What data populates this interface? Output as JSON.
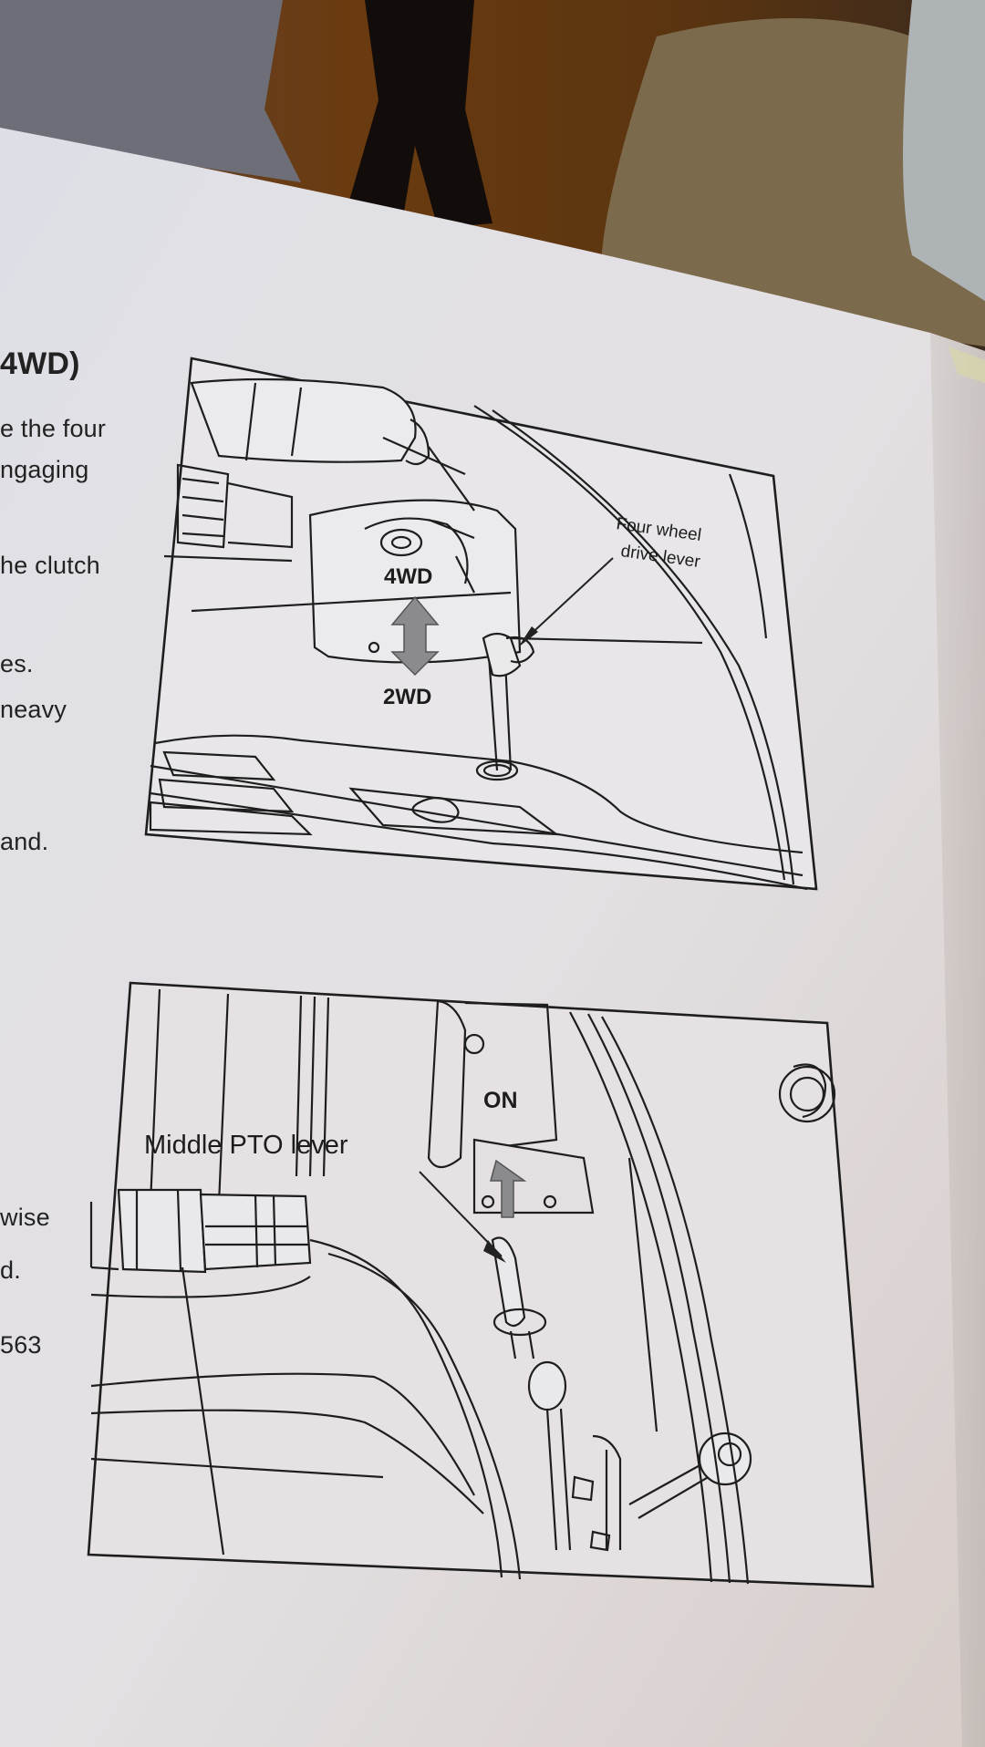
{
  "page": {
    "heading": "4WD)",
    "left_fragments": [
      "e the four",
      "ngaging",
      "he clutch",
      "es.",
      "neavy",
      "and.",
      "wise",
      "d.",
      "563"
    ]
  },
  "figure_4wd": {
    "label_4wd": "4WD",
    "label_2wd": "2WD",
    "callout_line1": "Four wheel",
    "callout_line2": "drive lever"
  },
  "figure_pto": {
    "label_on": "ON",
    "callout": "Middle PTO lever"
  }
}
